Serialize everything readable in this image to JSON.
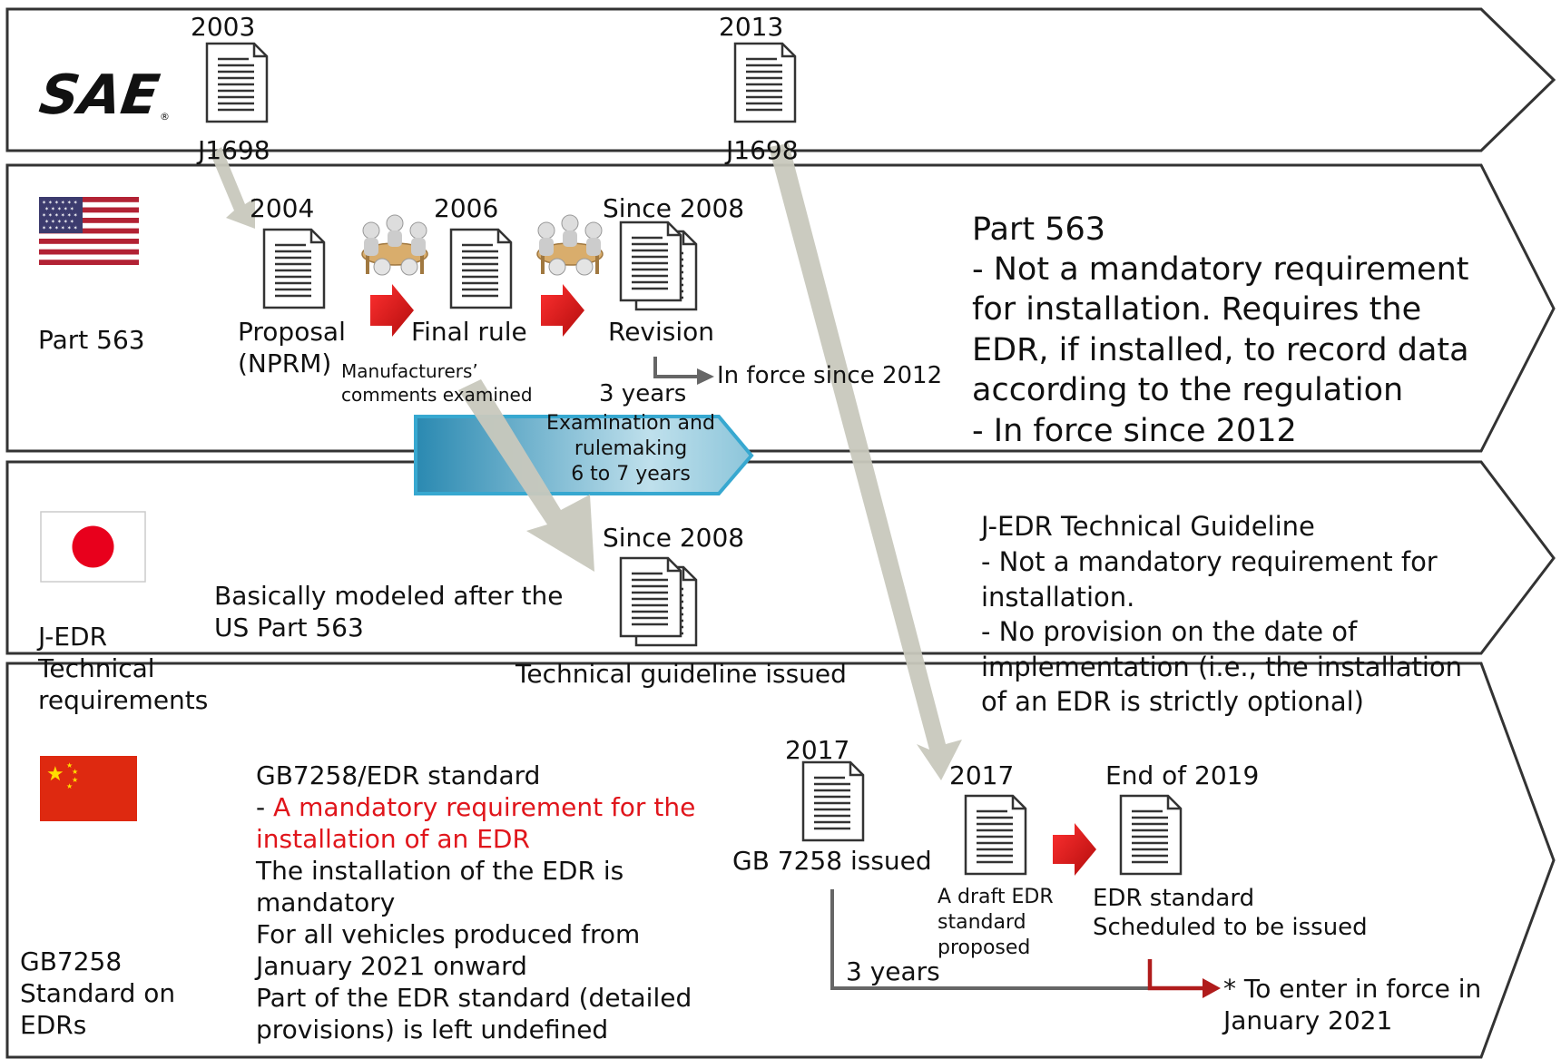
{
  "sae": {
    "logo_text": "SAE",
    "docs": [
      {
        "year": "2003",
        "label": "J1698"
      },
      {
        "year": "2013",
        "label": "J1698"
      }
    ]
  },
  "us": {
    "row_label": "Part 563",
    "steps": [
      {
        "year": "2004",
        "label_line1": "Proposal",
        "label_line2": "(NPRM)"
      },
      {
        "year": "2006",
        "label": "Final rule"
      },
      {
        "year": "Since 2008",
        "label": "Revision"
      }
    ],
    "comments_line1": "Manufacturers’",
    "comments_line2": "comments examined",
    "three_years": "3 years",
    "in_force": "In force since 2012",
    "exam_line1": "Examination and",
    "exam_line2": "rulemaking",
    "exam_line3": "6 to 7 years",
    "summary_title": "Part 563",
    "summary_line1": "- Not a mandatory requirement",
    "summary_line2": "for installation. Requires the",
    "summary_line3": "EDR, if installed, to record data",
    "summary_line4": "according to the regulation",
    "summary_line5": "- In force since 2012"
  },
  "japan": {
    "row_label_line1": "J-EDR",
    "row_label_line2": "Technical",
    "row_label_line3": "requirements",
    "modeled_line1": "Basically modeled after the",
    "modeled_line2": "US Part 563",
    "year": "Since 2008",
    "issued": "Technical guideline issued",
    "summary_line1": "J-EDR Technical Guideline",
    "summary_line2": "- Not a mandatory requirement for",
    "summary_line3": "installation.",
    "summary_line4": "- No provision on the date of",
    "summary_line5": "implementation (i.e., the installation",
    "summary_line6": "of an EDR is strictly optional)"
  },
  "china": {
    "row_label_line1": "GB7258",
    "row_label_line2": "Standard on",
    "row_label_line3": "EDRs",
    "desc_title": "GB7258/EDR standard",
    "desc_red_line1": "- A mandatory requirement for the",
    "desc_red_line2": "installation of an EDR",
    "desc_line1": "The installation of the EDR is",
    "desc_line2": "mandatory",
    "desc_line3": "For all vehicles produced from",
    "desc_line4": "January 2021 onward",
    "desc_line5": "Part of the EDR standard (detailed",
    "desc_line6": "provisions) is left undefined",
    "doc1_year": "2017",
    "doc1_label": "GB 7258 issued",
    "doc2_year": "2017",
    "doc2_line1": "A draft EDR",
    "doc2_line2": "standard",
    "doc2_line3": "proposed",
    "doc3_year": "End of 2019",
    "doc3_line1": "EDR standard",
    "doc3_line2": "Scheduled to be issued",
    "three_years": "3 years",
    "force_line1": "* To enter in force in",
    "force_line2": "January 2021"
  },
  "colors": {
    "frame": "#333333",
    "red_text": "#e0151b",
    "red_arrow": "#d42020",
    "dark_red_arrow": "#b01c1c",
    "gray_arrow": "#c8c8be",
    "teal_arrow": "#2e8fb3",
    "us_red": "#b22234",
    "us_blue": "#3c3b6e",
    "china_red": "#de2910",
    "china_yellow": "#ffde00",
    "japan_red": "#e8001c"
  }
}
